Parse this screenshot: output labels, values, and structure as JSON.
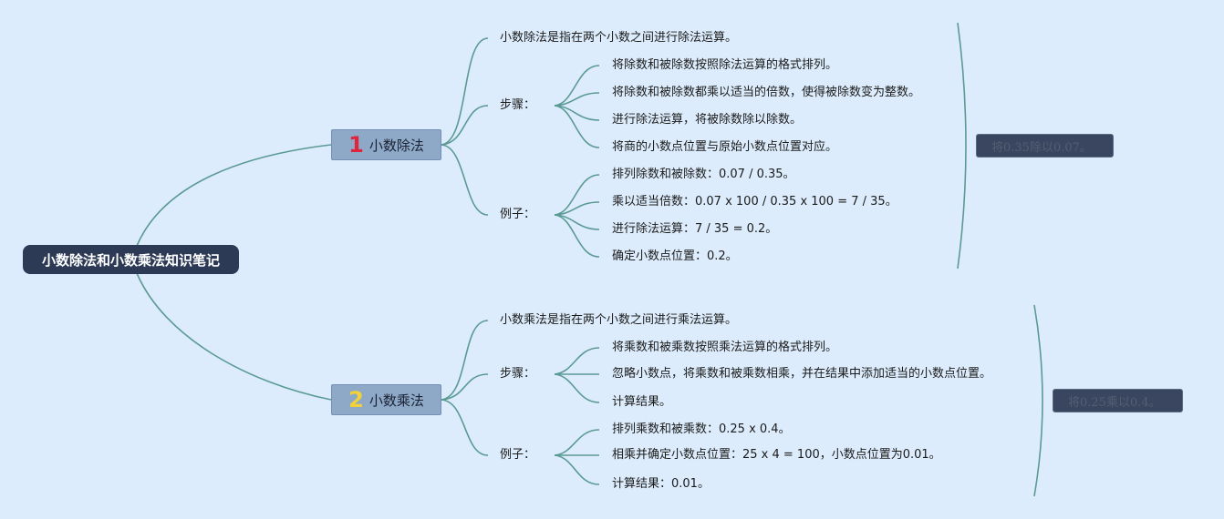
{
  "root": {
    "label": "小数除法和小数乘法知识笔记"
  },
  "topics": [
    {
      "number": "1",
      "label": "小数除法",
      "definition": "小数除法是指在两个小数之间进行除法运算。",
      "steps_label": "步骤：",
      "steps": [
        "将除数和被除数按照除法运算的格式排列。",
        "将除数和被除数都乘以适当的倍数，使得被除数变为整数。",
        "进行除法运算，将被除数除以除数。",
        "将商的小数点位置与原始小数点位置对应。"
      ],
      "example_label": "例子：",
      "examples": [
        "排列除数和被除数：0.07 / 0.35。",
        "乘以适当倍数：0.07 x 100 / 0.35 x 100 = 7 / 35。",
        "进行除法运算：7 / 35 = 0.2。",
        "确定小数点位置：0.2。"
      ],
      "summary": "将0.35除以0.07。"
    },
    {
      "number": "2",
      "label": "小数乘法",
      "definition": "小数乘法是指在两个小数之间进行乘法运算。",
      "steps_label": "步骤：",
      "steps": [
        "将乘数和被乘数按照乘法运算的格式排列。",
        "忽略小数点，将乘数和被乘数相乘，并在结果中添加适当的小数点位置。",
        "计算结果。"
      ],
      "example_label": "例子：",
      "examples": [
        "排列乘数和被乘数：0.25 x 0.4。",
        "相乘并确定小数点位置：25 x 4 = 100，小数点位置为0.01。",
        "计算结果：0.01。"
      ],
      "summary": "将0.25乘以0.4。"
    }
  ],
  "colors": {
    "background": "#dcecfc",
    "link": "#5b9a94",
    "root_fill": "#2c3a55",
    "topic_fill": "#8ea8c8",
    "number_1": "#e0243c",
    "number_2": "#f2d23a",
    "summary_fill": "#3a4660"
  }
}
